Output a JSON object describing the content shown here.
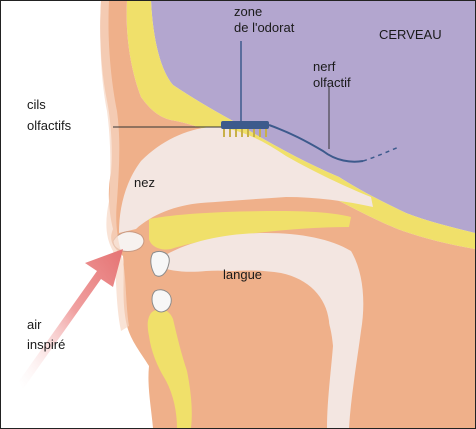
{
  "diagram": {
    "labels": {
      "brain": "CERVEAU",
      "smell_zone_line1": "zone",
      "smell_zone_line2": "de l'odorat",
      "nerve_line1": "nerf",
      "nerve_line2": "olfactif",
      "cilia_line1": "cils",
      "cilia_line2": "olfactifs",
      "nose": "nez",
      "tongue": "langue",
      "air_line1": "air",
      "air_line2": "inspiré"
    },
    "colors": {
      "brain": "#b3a6cf",
      "bone": "#f0e06a",
      "tissue": "#efb08a",
      "cavity": "#f3e6e1",
      "nerve": "#3d5a8c",
      "arrow": "#e58080"
    }
  }
}
